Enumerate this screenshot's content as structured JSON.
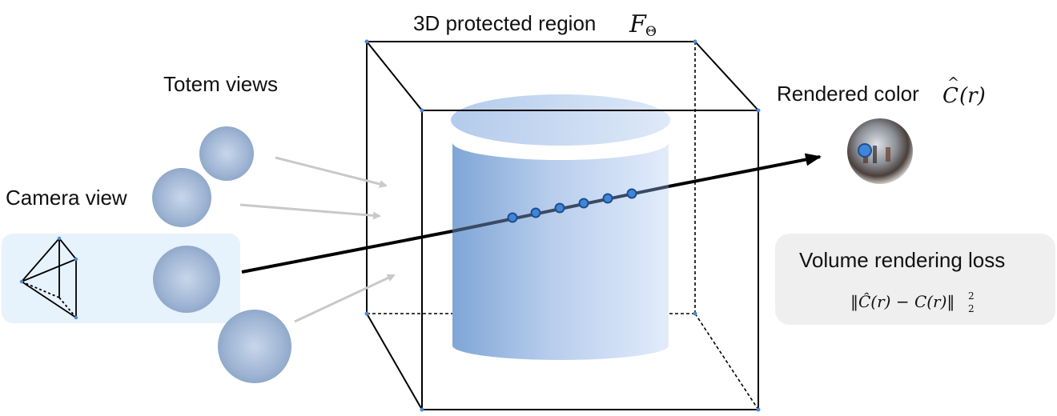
{
  "labels": {
    "region_title": "3D protected region",
    "region_symbol": "F",
    "region_subscript": "Θ",
    "totem_views": "Totem views",
    "camera_view": "Camera view",
    "rendered_color": "Rendered color",
    "rendered_color_symbol": "C",
    "rendered_color_hat": "^",
    "rendered_color_arg": "(r)",
    "loss_title": "Volume rendering loss",
    "loss_formula": "‖Ĉ(r) − C(r)‖",
    "loss_sup": "2",
    "loss_sub": "2"
  },
  "colors": {
    "cylinder_dark": "#7fa6d6",
    "cylinder_light": "#dde9fa",
    "sphere": "#9fb6d6",
    "camera_box": "#e6f2fc",
    "loss_box": "#efefef",
    "sample_point": "#3f86d8",
    "arrow_gray": "#c9c9c9"
  },
  "icons": {
    "camera": "camera-frustum-icon",
    "totem": "glass-sphere-icon",
    "rendered": "mirror-ball-icon"
  }
}
